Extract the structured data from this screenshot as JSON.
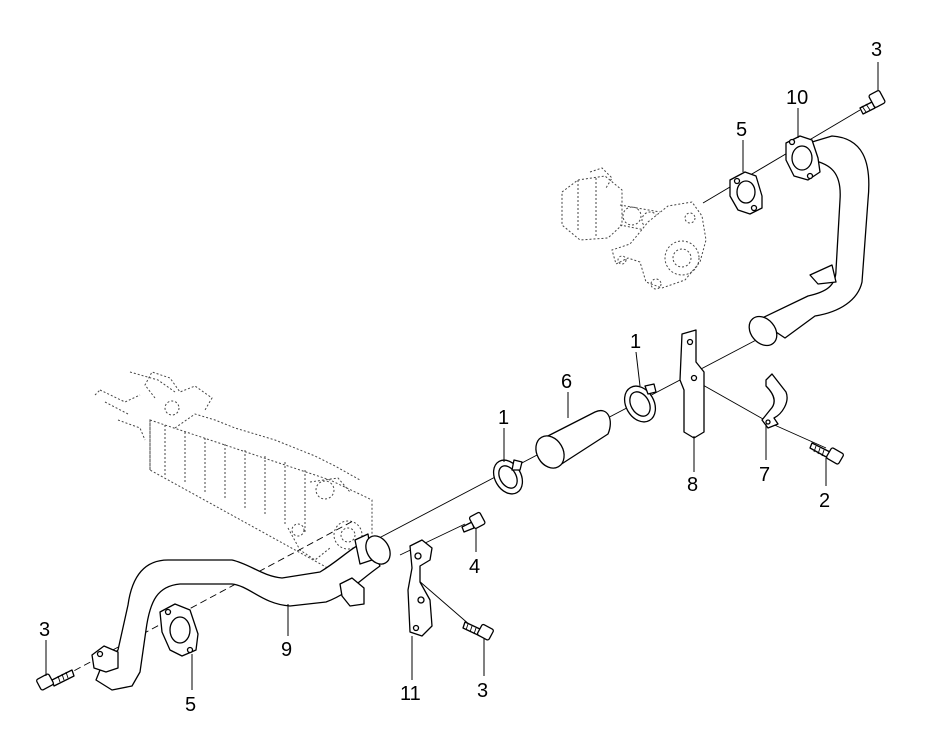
{
  "callouts": [
    {
      "id": "c1",
      "text": "3"
    },
    {
      "id": "c2",
      "text": "10"
    },
    {
      "id": "c3",
      "text": "5"
    },
    {
      "id": "c4",
      "text": "1"
    },
    {
      "id": "c5",
      "text": "6"
    },
    {
      "id": "c6",
      "text": "1"
    },
    {
      "id": "c7",
      "text": "8"
    },
    {
      "id": "c8",
      "text": "7"
    },
    {
      "id": "c9",
      "text": "2"
    },
    {
      "id": "c10",
      "text": "4"
    },
    {
      "id": "c11",
      "text": "3"
    },
    {
      "id": "c12",
      "text": "9"
    },
    {
      "id": "c13",
      "text": "5"
    },
    {
      "id": "c14",
      "text": "11"
    },
    {
      "id": "c15",
      "text": "3"
    }
  ],
  "colors": {
    "line": "#000000",
    "background": "#ffffff",
    "ghost": "#444444"
  }
}
